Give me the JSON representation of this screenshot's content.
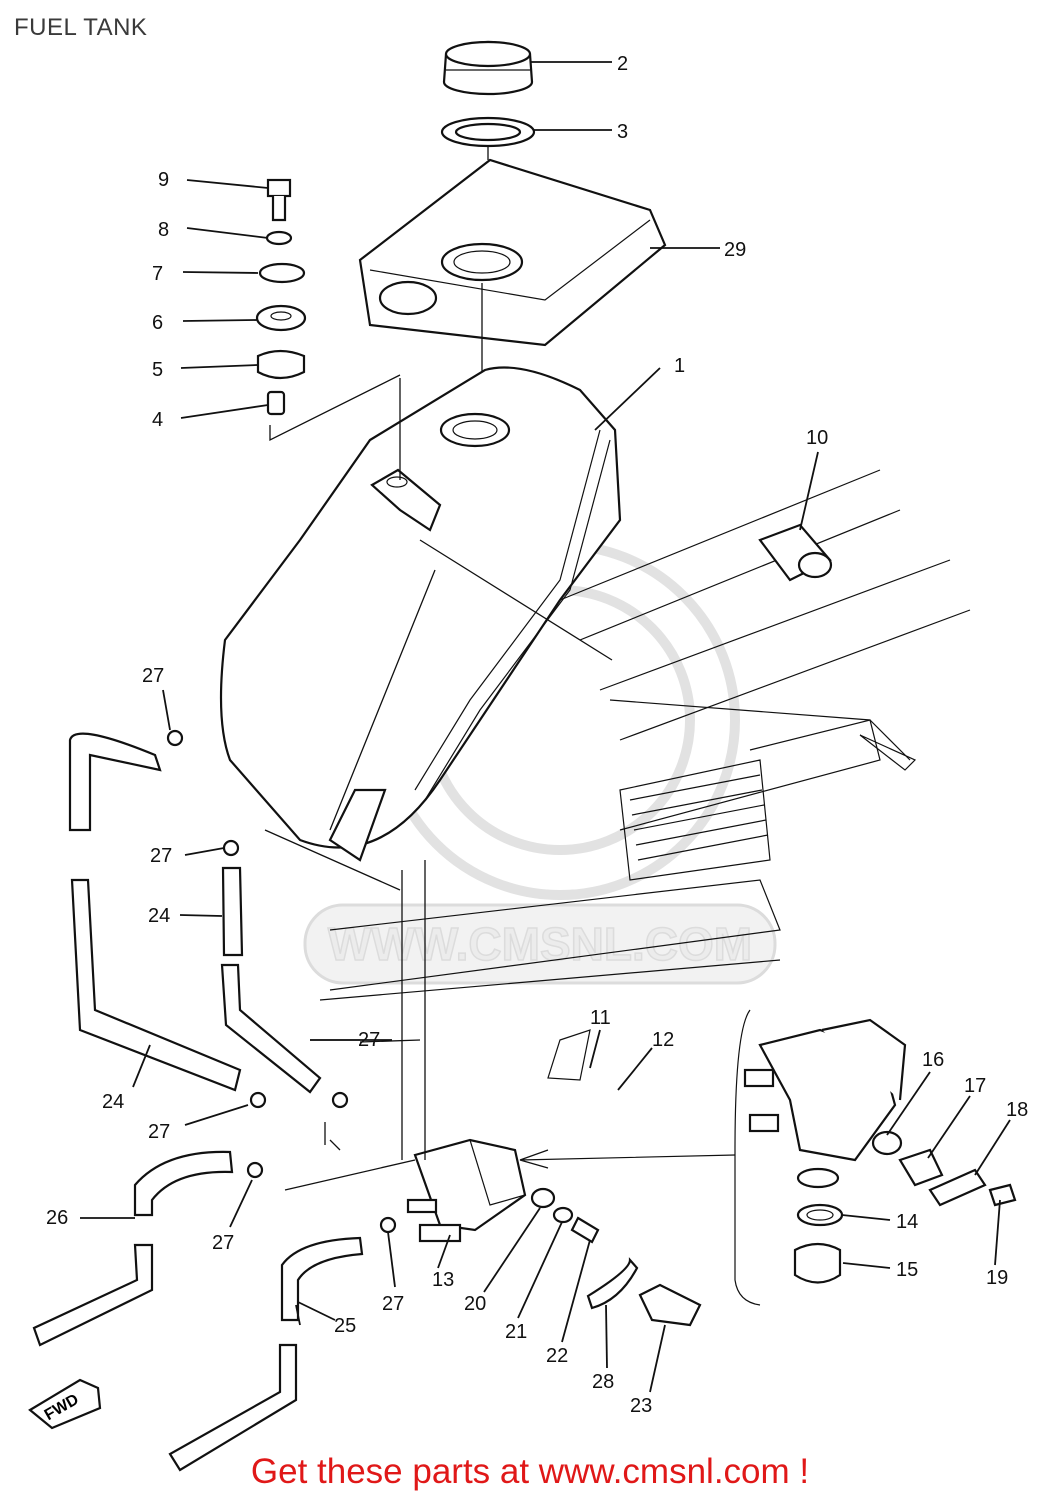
{
  "title": "FUEL TANK",
  "footer": "Get these parts at www.cmsnl.com !",
  "watermark": "WWW.CMSNL.COM",
  "fwd_label": "FWD",
  "callouts": [
    "1",
    "2",
    "3",
    "4",
    "5",
    "6",
    "7",
    "8",
    "9",
    "10",
    "11",
    "12",
    "13",
    "14",
    "15",
    "16",
    "17",
    "18",
    "19",
    "20",
    "21",
    "22",
    "23",
    "24",
    "24",
    "25",
    "26",
    "27",
    "27",
    "27",
    "27",
    "27",
    "27",
    "27",
    "28",
    "29"
  ],
  "colors": {
    "footer": "#e01818",
    "line": "#111111",
    "watermark": "#dcdcdc"
  }
}
